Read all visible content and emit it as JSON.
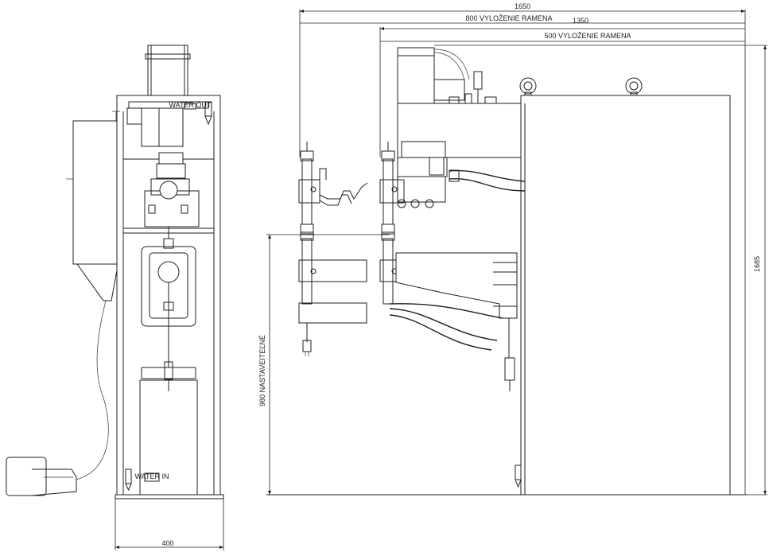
{
  "dimensions": {
    "total_width": "1650",
    "arm_800": "800 VYLOŽENIE RAMENA",
    "width_1350": "1350",
    "arm_500": "500 VYLOŽENIE RAMENA",
    "height": "1685",
    "adjustable": "980 NASTAVEITEĽNÉ",
    "base_width": "400"
  },
  "plates": {
    "water_out": "WATER OUT",
    "water_in": "WATER IN"
  }
}
